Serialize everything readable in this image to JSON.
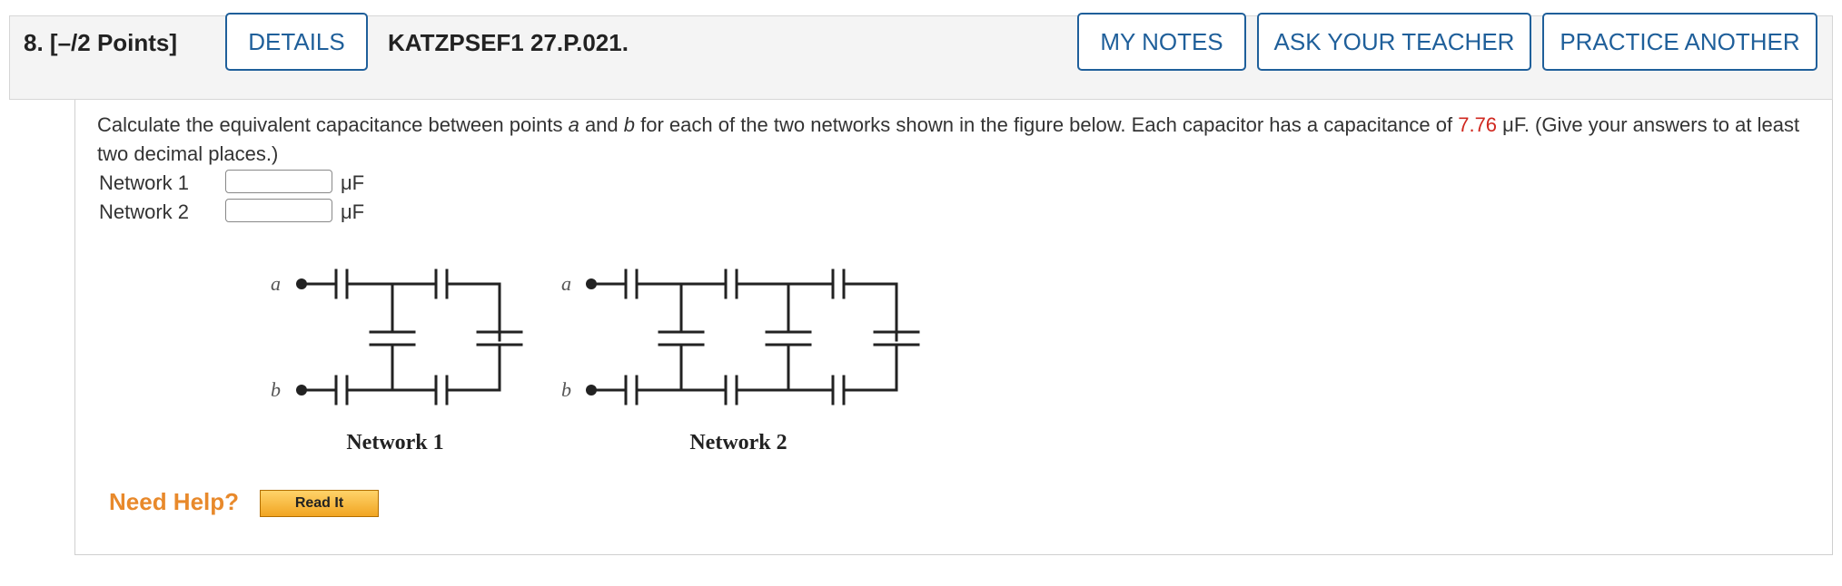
{
  "header": {
    "question_number": "8.",
    "points": "[–/2 Points]",
    "details_label": "DETAILS",
    "question_id": "KATZPSEF1 27.P.021.",
    "my_notes_label": "MY NOTES",
    "ask_teacher_label": "ASK YOUR TEACHER",
    "practice_another_label": "PRACTICE ANOTHER"
  },
  "question": {
    "text_1": "Calculate the equivalent capacitance between points ",
    "point_a": "a",
    "text_2": " and ",
    "point_b": "b",
    "text_3": " for each of the two networks shown in the figure below. Each capacitor has a capacitance of ",
    "capacitance_value": "7.76",
    "text_4": " μF. (Give your answers to at least two decimal places.)",
    "highlight_color": "#d0281f"
  },
  "answers": [
    {
      "label": "Network 1",
      "value": "",
      "unit": "μF"
    },
    {
      "label": "Network 2",
      "value": "",
      "unit": "μF"
    }
  ],
  "figure": {
    "network_1_caption": "Network 1",
    "network_2_caption": "Network 2",
    "terminal_a": "a",
    "terminal_b": "b"
  },
  "help": {
    "need_help_label": "Need Help?",
    "read_it_label": "Read It"
  },
  "colors": {
    "button_accent": "#1f5f9a",
    "need_help": "#e8892b"
  }
}
